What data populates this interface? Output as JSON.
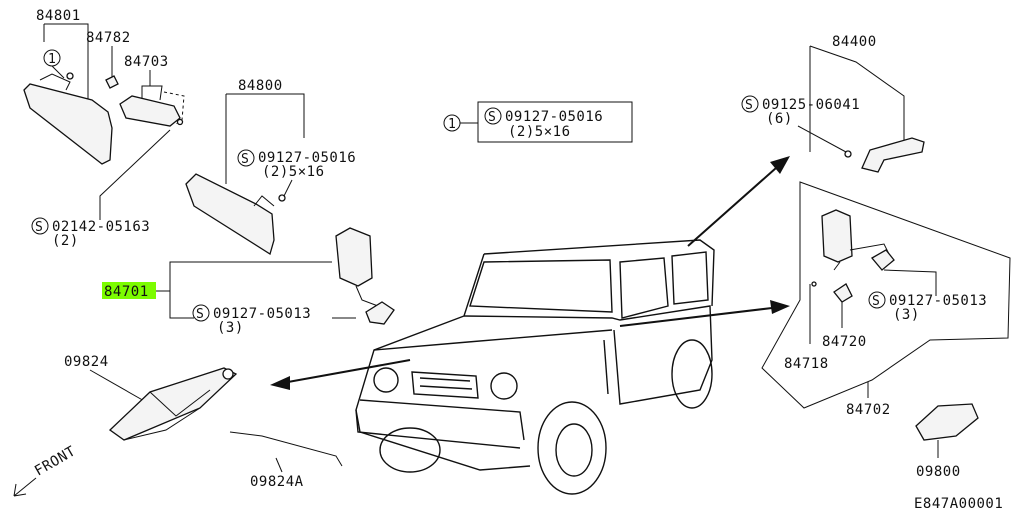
{
  "labels": {
    "p84801": "84801",
    "p84782": "84782",
    "p84703": "84703",
    "p84800": "84800",
    "p84400": "84400",
    "p84701": "84701",
    "p84718": "84718",
    "p84720": "84720",
    "p84702": "84702",
    "p09824": "09824",
    "p09824a": "09824A",
    "p09800": "09800",
    "ref": "E847A00001",
    "front": "FRONT"
  },
  "screws": {
    "s1_code": "09127-05016",
    "s1_spec": "(2)5×16",
    "s1_legend": "1",
    "s2_code": "09127-05016",
    "s2_spec": "(2)5×16",
    "s3_code": "02142-05163",
    "s3_qty": "(2)",
    "s4_code": "09125-06041",
    "s4_qty": "(6)",
    "s5_code": "09127-05013",
    "s5_qty": "(3)",
    "s6_code": "09127-05013",
    "s6_qty": "(3)",
    "circle_one": "1",
    "s_mark": "S"
  },
  "colors": {
    "highlight": "#7CFC00"
  }
}
